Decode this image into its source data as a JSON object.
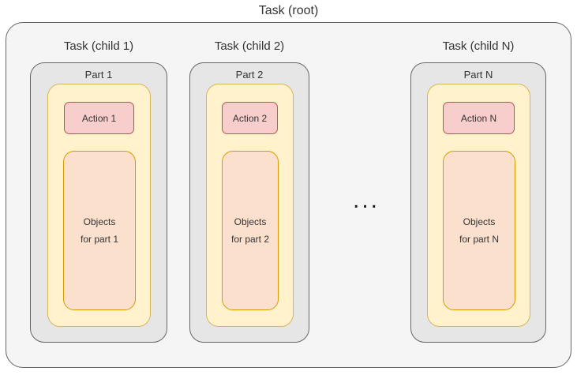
{
  "diagram": {
    "root": {
      "title": "Task (root)",
      "fill": "#f5f5f5",
      "stroke": "#666666"
    },
    "ellipsis": "...",
    "columns": [
      {
        "task_title": "Task (child 1)",
        "part_title": "Part 1",
        "action_label": "Action 1",
        "objects_line1": "Objects",
        "objects_line2": "for part 1"
      },
      {
        "task_title": "Task (child 2)",
        "part_title": "Part 2",
        "action_label": "Action 2",
        "objects_line1": "Objects",
        "objects_line2": "for part 2"
      },
      {
        "task_title": "Task (child N)",
        "part_title": "Part N",
        "action_label": "Action N",
        "objects_line1": "Objects",
        "objects_line2": "for part N"
      }
    ],
    "colors": {
      "root_fill": "#f5f5f5",
      "root_stroke": "#666666",
      "child_fill": "#e6e6e6",
      "child_stroke": "#666666",
      "part_fill": "#fff2cc",
      "part_stroke": "#d6b656",
      "objects_fill": "#fbe0cd",
      "objects_stroke": "#d79b00",
      "action_fill": "#f8cecc",
      "action_stroke": "#b85450",
      "text": "#333333"
    }
  }
}
